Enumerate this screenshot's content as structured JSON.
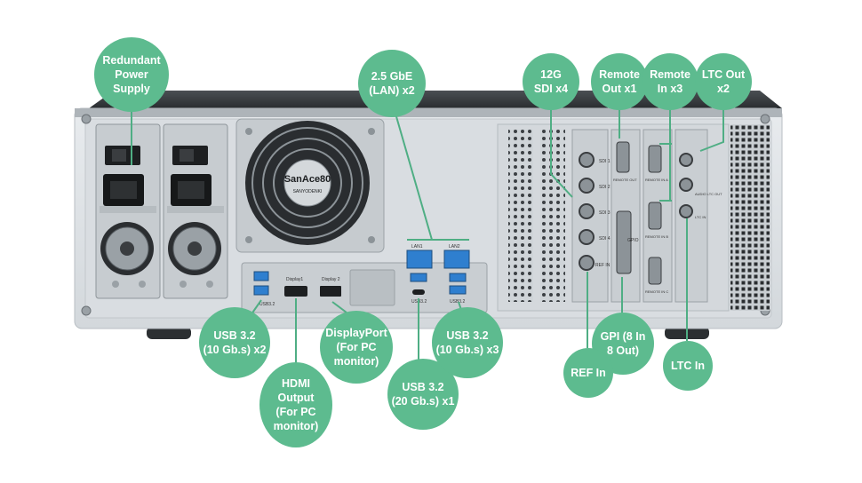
{
  "fan_label": "SanAce80",
  "fan_brand": "SANYODENKI",
  "port_labels": {
    "usb_left": "USB3.2",
    "display1": "Display1",
    "display2": "Display 2",
    "lan1": "LAN1",
    "lan2": "LAN2",
    "usb_c": "USB3.2",
    "usb_right": "USB3.2",
    "sdi1": "SDI 1",
    "sdi2": "SDI 2",
    "sdi3": "SDI 3",
    "sdi4": "SDI 4",
    "ref_in": "REF IN",
    "remote_out": "REMOTE OUT",
    "gpio": "GPIO",
    "remote_in_a": "REMOTE IN A",
    "remote_in_b": "REMOTE IN B",
    "remote_in_c": "REMOTE IN C",
    "ltc_out": "AUDIO LTC OUT",
    "ltc_in": "LTC IN"
  },
  "callouts": {
    "power_supply": "Redundant\nPower Supply",
    "lan": "2.5 GbE\n(LAN) x2",
    "sdi": "12G\nSDI x4",
    "remote_out": "Remote\nOut x1",
    "remote_in": "Remote\nIn x3",
    "ltc_out": "LTC Out\nx2",
    "usb_left": "USB 3.2\n(10 Gb.s) x2",
    "hdmi": "HDMI\nOutput\n(For PC\nmonitor)",
    "displayport": "DisplayPort\n(For PC\nmonitor)",
    "usb_c": "USB 3.2\n(20 Gb.s) x1",
    "usb_right": "USB 3.2\n(10 Gb.s) x3",
    "gpi": "GPI (8 In\n8 Out)",
    "ref_in": "REF In",
    "ltc_in": "LTC In"
  },
  "colors": {
    "callout": "#5dbb8f",
    "leader_line": "#4fae84",
    "chassis": "#dfe3e6",
    "top_panel": "#33373a",
    "port_blue": "#2f7fcf"
  }
}
